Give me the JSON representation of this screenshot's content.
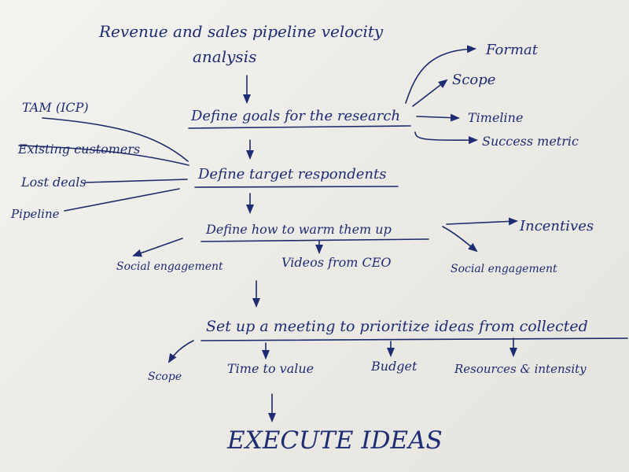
{
  "title": {
    "line1": "Revenue and sales pipeline velocity",
    "line2": "analysis"
  },
  "steps": {
    "goals": "Define goals for the research",
    "respondents": "Define target respondents",
    "warm": "Define how to warm them up",
    "meeting": "Set up a meeting to prioritize ideas from collected",
    "execute": "EXECUTE IDEAS"
  },
  "goal_items": {
    "format": "Format",
    "scope": "Scope",
    "timeline": "Timeline",
    "success_metric": "Success metric"
  },
  "respondent_sources": {
    "tam": "TAM (ICP)",
    "existing_customers": "Existing customers",
    "lost_deals": "Lost deals",
    "pipeline": "Pipeline"
  },
  "warm_items": {
    "social_engagement_left": "Social engagement",
    "videos_from_ceo": "Videos from CEO",
    "social_engagement_right": "Social engagement",
    "incentives": "Incentives"
  },
  "meeting_items": {
    "scope": "Scope",
    "time_to_value": "Time to value",
    "budget": "Budget",
    "resources_intensity": "Resources & intensity"
  },
  "colors": {
    "ink": "#1d2c73",
    "paper": "#eeede8"
  }
}
